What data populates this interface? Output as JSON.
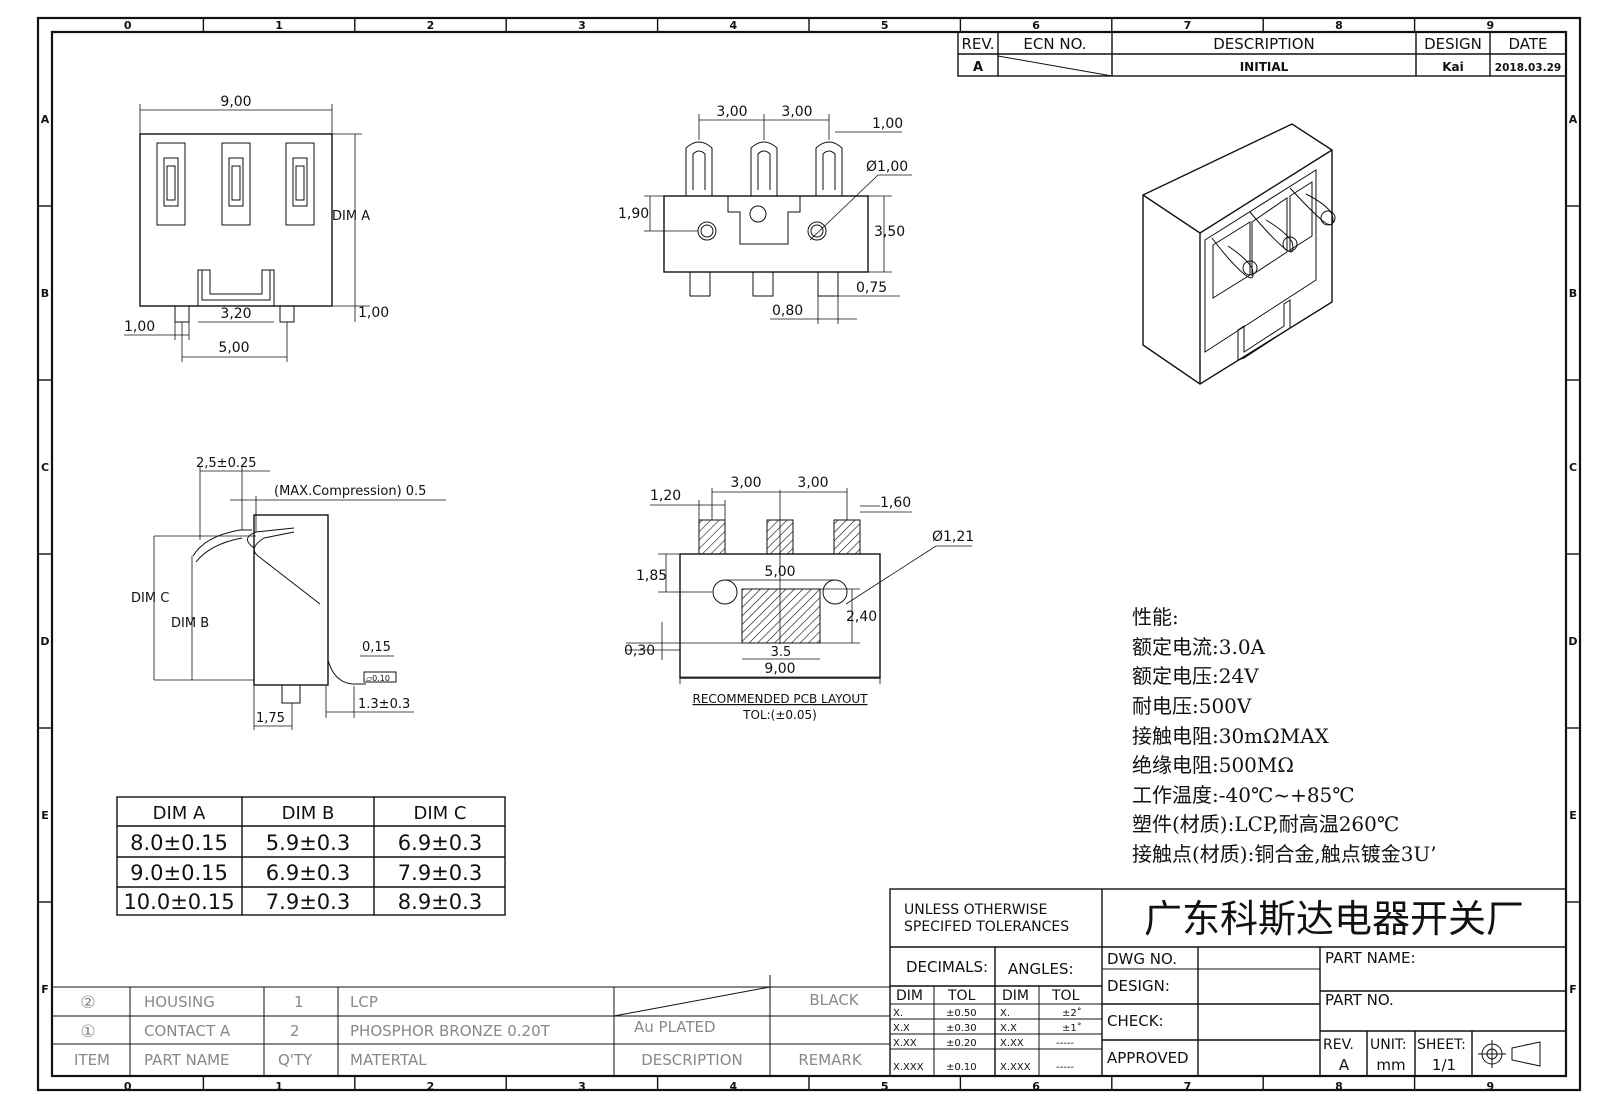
{
  "zones_columns": [
    "0",
    "1",
    "2",
    "3",
    "4",
    "5",
    "6",
    "7",
    "8",
    "9"
  ],
  "zones_rows": [
    "A",
    "B",
    "C",
    "D",
    "E",
    "F"
  ],
  "revision_block": {
    "headers": [
      "REV.",
      "ECN NO.",
      "DESCRIPTION",
      "DESIGN",
      "DATE"
    ],
    "row": {
      "rev": "A",
      "description": "INITIAL",
      "design": "Kai",
      "date": "2018.03.29"
    }
  },
  "top_view": {
    "width": "9,00",
    "dim_a": "DIM A",
    "d_1_00_left": "1,00",
    "d_3_20": "3,20",
    "d_5_00": "5,00",
    "d_1_00_right": "1,00"
  },
  "front_view": {
    "d_3_00_a": "3,00",
    "d_3_00_b": "3,00",
    "d_1_00": "1,00",
    "hole": "Ø1,00",
    "d_1_90": "1,90",
    "d_3_50": "3,50",
    "d_0_75": "0,75",
    "d_0_80": "0,80"
  },
  "side_view": {
    "d_2_5": "2,5±0.25",
    "compression": "(MAX.Compression) 0.5",
    "dim_c": "DIM C",
    "dim_b": "DIM B",
    "d_0_15": "0,15",
    "flatness": "▱0.10",
    "d_1_3": "1.3±0.3",
    "d_1_75": "1,75"
  },
  "pcb_layout": {
    "d_1_20": "1,20",
    "d_3_00_a": "3,00",
    "d_3_00_b": "3,00",
    "d_1_60": "1,60",
    "hole": "Ø1,21",
    "d_1_85": "1,85",
    "d_5_00": "5,00",
    "d_2_40": "2,40",
    "d_3_5": "3.5",
    "d_0_30": "0,30",
    "d_9_00": "9,00",
    "title": "RECOMMENDED PCB LAYOUT",
    "tolerance": "TOL:(±0.05)"
  },
  "dim_table": {
    "headers": [
      "DIM A",
      "DIM B",
      "DIM C"
    ],
    "rows": [
      [
        "8.0±0.15",
        "5.9±0.3",
        "6.9±0.3"
      ],
      [
        "9.0±0.15",
        "6.9±0.3",
        "7.9±0.3"
      ],
      [
        "10.0±0.15",
        "7.9±0.3",
        "8.9±0.3"
      ]
    ]
  },
  "specs": [
    "性能:",
    "额定电流:3.0A",
    "额定电压:24V",
    "耐电压:500V",
    "接触电阻:30mΩMAX",
    "绝缘电阻:500MΩ",
    "工作温度:-40℃~+85℃",
    "塑件(材质):LCP,耐高温260℃",
    "接触点(材质):铜合金,触点镀金3U’"
  ],
  "bom": {
    "rows": [
      {
        "item": "②",
        "part": "HOUSING",
        "qty": "1",
        "material": "LCP",
        "description": "",
        "remark": "BLACK"
      },
      {
        "item": "①",
        "part": "CONTACT A",
        "qty": "2",
        "material": "PHOSPHOR BRONZE 0.20T",
        "description": "Au PLATED",
        "remark": ""
      }
    ],
    "headers": {
      "item": "ITEM",
      "part": "PART NAME",
      "qty": "Q'TY",
      "material": "MATERTAL",
      "description": "DESCRIPTION",
      "remark": "REMARK"
    }
  },
  "title_block": {
    "tolerance_note_1": "UNLESS OTHERWISE",
    "tolerance_note_2": "SPECIFED TOLERANCES",
    "company": "广东科斯达电器开关厂",
    "decimals": "DECIMALS:",
    "angles": "ANGLES:",
    "dim": "DIM",
    "tol": "TOL",
    "decimals_rows": [
      [
        "X.",
        "±0.50"
      ],
      [
        "X.X",
        "±0.30"
      ],
      [
        "X.XX",
        "±0.20"
      ],
      [
        "X.XXX",
        "±0.10"
      ]
    ],
    "angles_rows": [
      [
        "X.",
        "±2˚"
      ],
      [
        "X.X",
        "±1˚"
      ],
      [
        "X.XX",
        "-----"
      ],
      [
        "X.XXX",
        "-----"
      ]
    ],
    "dwg_no": "DWG NO.",
    "design": "DESIGN:",
    "check": "CHECK:",
    "approved": "APPROVED",
    "part_name": "PART NAME:",
    "part_no": "PART NO.",
    "rev_label": "REV.",
    "rev_value": "A",
    "unit_label": "UNIT:",
    "unit_value": "mm",
    "sheet_label": "SHEET:",
    "sheet_value": "1/1"
  }
}
